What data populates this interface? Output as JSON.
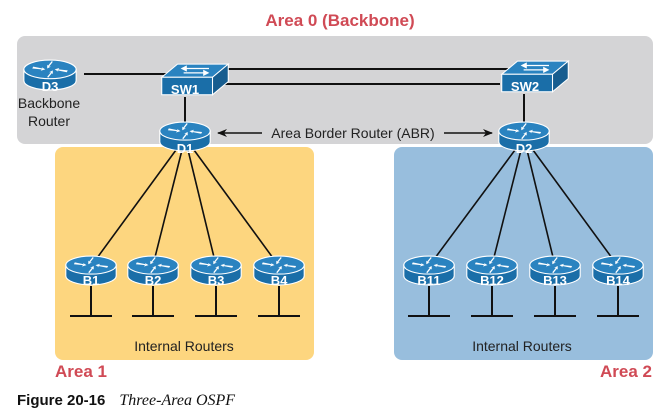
{
  "figure": {
    "number_label": "Figure 20-16",
    "title": "Three-Area OSPF"
  },
  "areas": {
    "backbone": {
      "title": "Area 0 (Backbone)",
      "color": "#d4d4d6"
    },
    "area1": {
      "title": "Area 1",
      "color": "#fdd67f",
      "members_label": "Internal Routers"
    },
    "area2": {
      "title": "Area 2",
      "color": "#98bedd",
      "members_label": "Internal Routers"
    }
  },
  "title_color": "#d04a55",
  "device_color": "#1a6ea8",
  "devices": {
    "d3": {
      "label": "D3",
      "caption_line1": "Backbone",
      "caption_line2": "Router"
    },
    "sw1": {
      "label": "SW1"
    },
    "sw2": {
      "label": "SW2"
    },
    "d1": {
      "label": "D1"
    },
    "d2": {
      "label": "D2"
    },
    "area1_routers": [
      "B1",
      "B2",
      "B3",
      "B4"
    ],
    "area2_routers": [
      "B11",
      "B12",
      "B13",
      "B14"
    ]
  },
  "abr_annotation": "Area Border Router (ABR)"
}
